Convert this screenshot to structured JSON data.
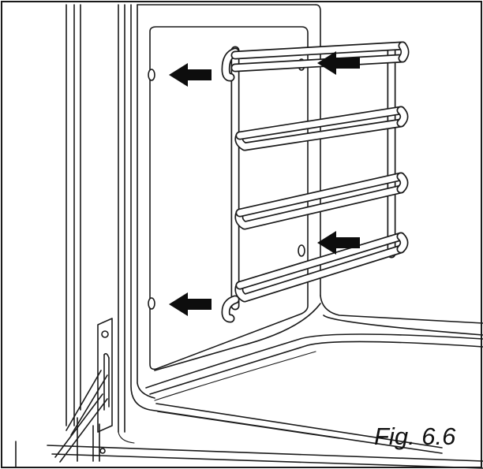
{
  "figure": {
    "caption": "Fig. 6.6",
    "colors": {
      "line": "#1a1a1a",
      "arrow": "#0d0d0d",
      "background": "#ffffff"
    },
    "arrows": [
      {
        "name": "arrow-top-left-mount",
        "direction": "left"
      },
      {
        "name": "arrow-top-right-mount",
        "direction": "left"
      },
      {
        "name": "arrow-middle-right-mount",
        "direction": "left"
      },
      {
        "name": "arrow-bottom-left-mount",
        "direction": "left"
      }
    ]
  }
}
